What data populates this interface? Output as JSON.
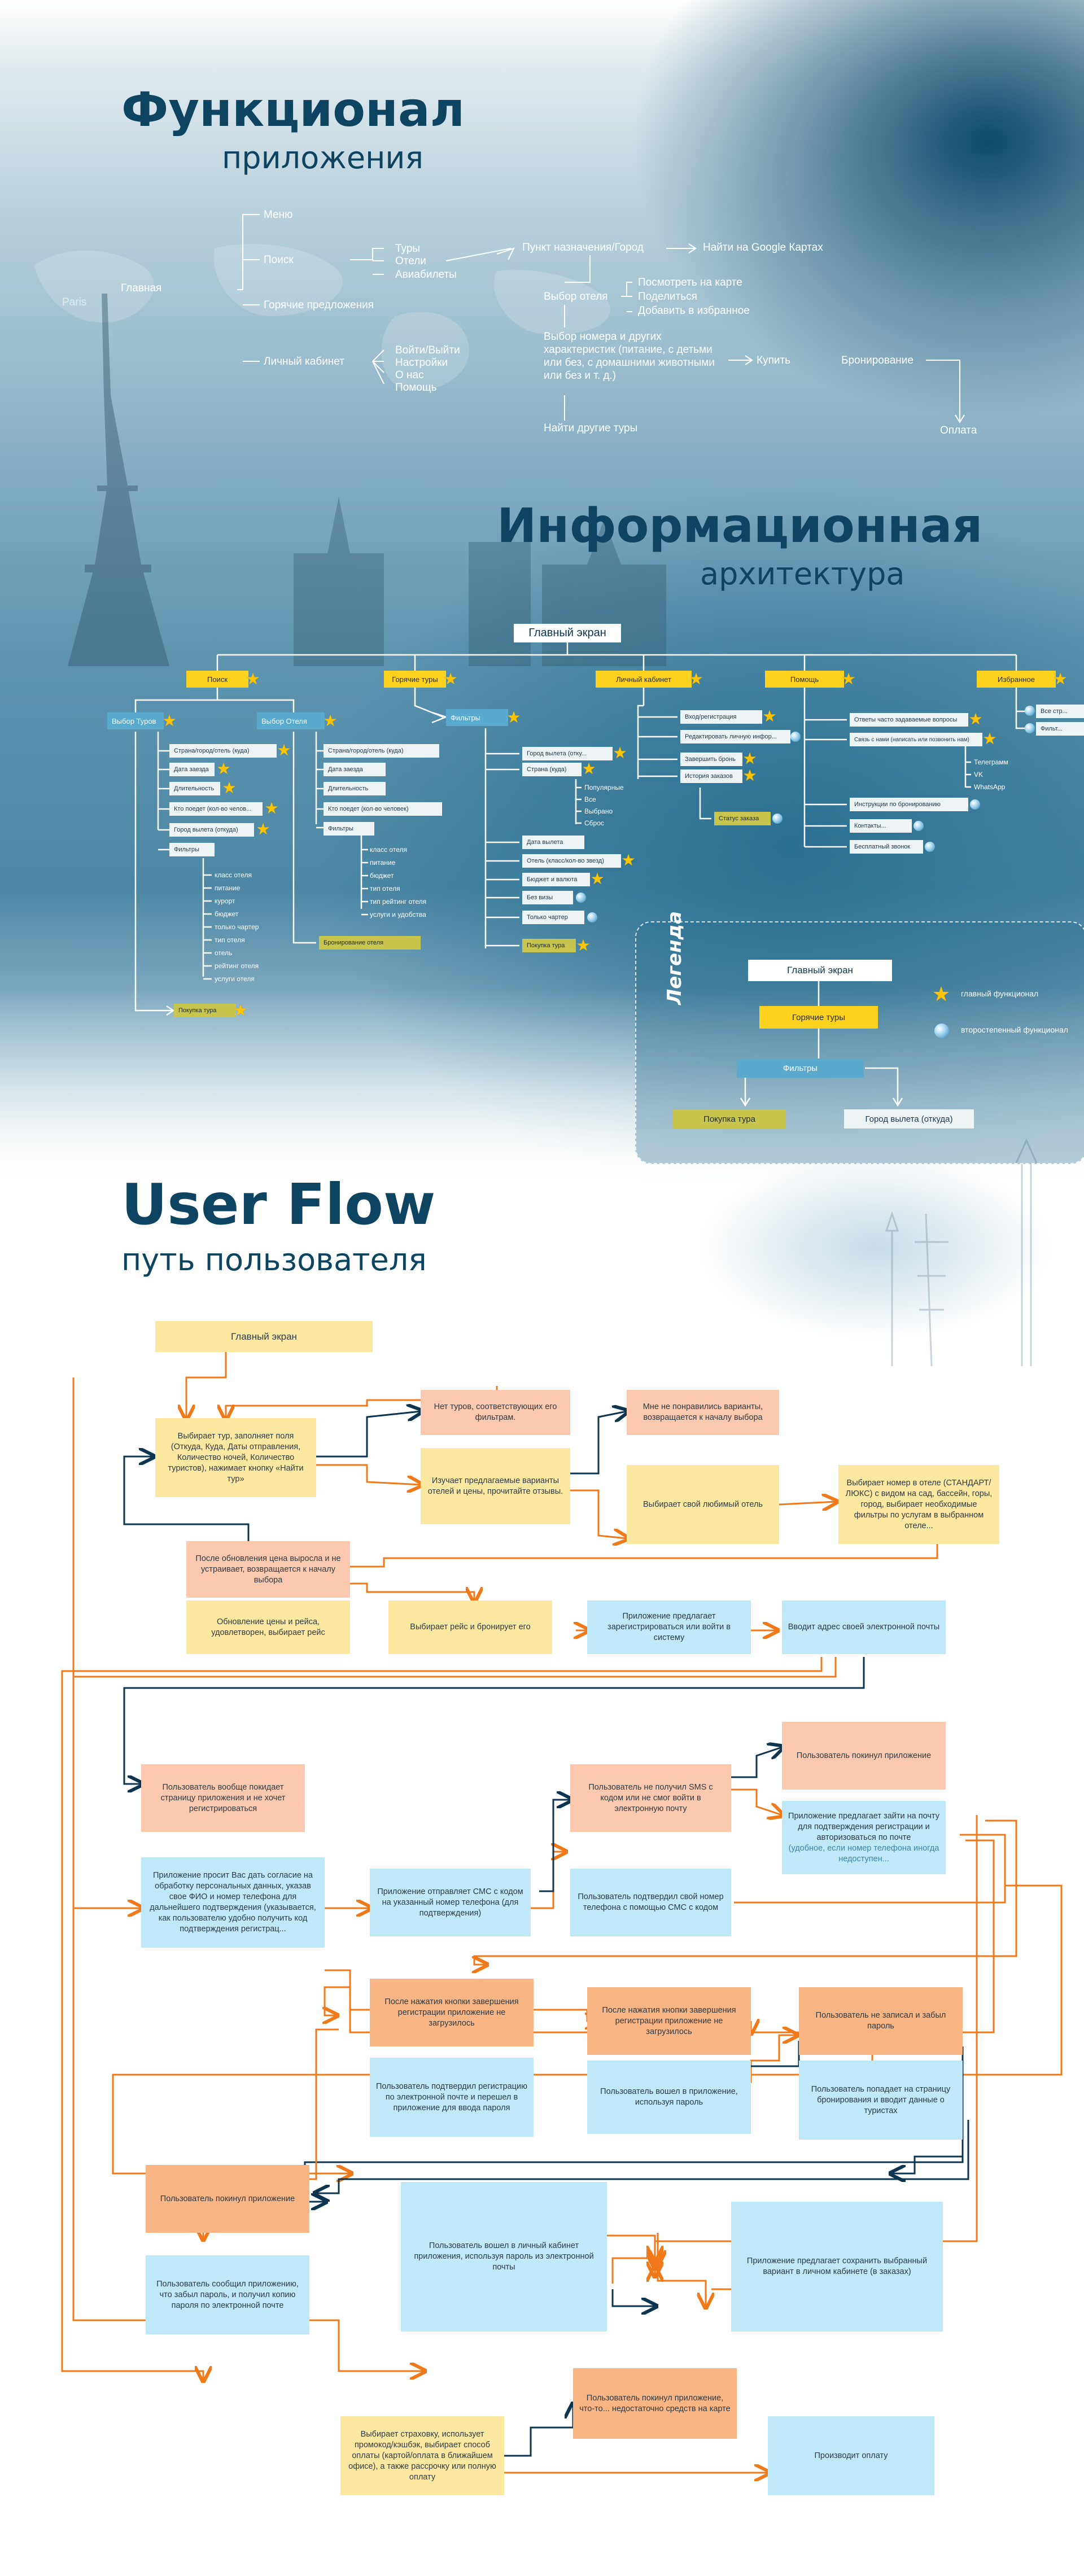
{
  "sections": {
    "functional": {
      "title": "Функционал",
      "subtitle": "приложения"
    },
    "ia": {
      "title": "Информационная",
      "subtitle": "архитектура"
    },
    "userflow": {
      "title": "User Flow",
      "subtitle": "путь пользователя"
    }
  },
  "map_label": "Paris",
  "functional_map": {
    "root": "Главная",
    "branches": [
      "Меню",
      "Поиск",
      "Горячие предложения",
      "Личный кабинет"
    ],
    "search_items": [
      "Туры",
      "Отели",
      "Авиабилеты"
    ],
    "cabinet_items": [
      "Войти/Выйти",
      "Настройки",
      "О нас",
      "Помощь"
    ],
    "destination": "Пункт назначения/Город",
    "google_maps": "Найти на Google Картах",
    "hotel_choice": "Выбор отеля",
    "hotel_actions": [
      "Посмотреть на карте",
      "Поделиться",
      "Добавить в избранное"
    ],
    "room_choice": "Выбор номера и других характеристик (питание, с детьми или без, с домашними животными или без и т. д.)",
    "buy": "Купить",
    "booking": "Бронирование",
    "other_tours": "Найти другие туры",
    "payment": "Оплата"
  },
  "ia_tree": {
    "root": "Главный экран",
    "level1": [
      "Поиск",
      "Горячие туры",
      "Личный кабинет",
      "Помощь",
      "Избранное"
    ],
    "search_children": [
      "Выбор Туров",
      "Выбор Отеля"
    ],
    "tours_items": [
      "Страна/город/отель (куда)",
      "Дата заезда",
      "Длительность",
      "Кто поедет (кол-во челов...",
      "Город вылета (откуда)",
      "Фильтры"
    ],
    "tours_filters": [
      "класс отеля",
      "питание",
      "курорт",
      "бюджет",
      "только чартер",
      "тип отеля",
      "отель",
      "рейтинг отеля",
      "услуги отеля"
    ],
    "tours_buy": "Покупка тура",
    "hotel_items": [
      "Страна/город/отель (куда)",
      "Дата заезда",
      "Длительность",
      "Кто поедет (кол-во человек)",
      "Фильтры"
    ],
    "hotel_filters": [
      "класс отеля",
      "питание",
      "бюджет",
      "тип отеля",
      "тип рейтинг отеля",
      "услуги и удобства"
    ],
    "hotel_booking": "Бронирование отеля",
    "hot_filters_label": "Фильтры",
    "hot_filter_items": [
      "Город вылета (отку...",
      "Страна (куда)"
    ],
    "hot_country_items": [
      "Популярные",
      "Все",
      "Выбрано",
      "Сброс"
    ],
    "hot_more_items": [
      "Дата вылета",
      "Отель (класс/кол-во звезд)",
      "Бюджет и валюта",
      "Без визы",
      "Только чартер"
    ],
    "hot_buy": "Покупка тура",
    "cabinet_items": [
      "Вход/регистрация",
      "Редактировать личную инфор...",
      "Завершить бронь",
      "История заказов"
    ],
    "order_status": "Статус заказа",
    "help_items": [
      "Ответы часто задаваемые вопросы",
      "Связь с нами (написать или позвонить нам)",
      "Инструкции по бронированию",
      "Контакты...",
      "Бесплатный звонок"
    ],
    "contact_items": [
      "Телеграмм",
      "VK",
      "WhatsApp"
    ],
    "fav_items": [
      "Все стр...",
      "Фильт..."
    ]
  },
  "legend": {
    "title": "Легенда",
    "main": "Главный экран",
    "hot": "Горячие туры",
    "filters": "Фильтры",
    "buy": "Покупка тура",
    "city": "Город вылета (откуда)",
    "primary": "главный функционал",
    "secondary": "второстепенный функционал"
  },
  "userflow_boxes": {
    "main": "Главный экран",
    "fill_fields": "Выбирает тур, заполняет поля (Откуда, Куда, Даты отправления, Количество ночей, Количество туристов), нажимает кнопку «Найти тур»",
    "no_tours": "Нет туров, соответствующих его фильтрам.",
    "study_variants": "Изучает предлагаемые варианты отелей и цены, прочитайте отзывы.",
    "not_liked": "Мне не понравились варианты, возвращается к началу выбора",
    "pick_hotel": "Выбирает свой любимый отель",
    "pick_room": "Выбирает номер в отеле (СТАНДАРТ/ЛЮКС) с видом на сад, бассейн, горы, город, выбирает необходимые фильтры по услугам в выбранном отеле...",
    "price_up": "После обновления цена выросла и не устраивает, возвращается к началу выбора",
    "price_ok": "Обновление цены и рейса, удовлетворен, выбирает рейс",
    "pick_flight": "Выбирает рейс и бронирует его",
    "offer_register": "Приложение предлагает зарегистрироваться или войти в систему",
    "enter_email": "Вводит адрес своей электронной почты",
    "left_app_1": "Пользователь покинул приложение",
    "no_sms": "Пользователь не получил SMS с кодом или не смог войти в электронную почту",
    "email_confirm": "Приложение предлагает зайти на почту для подтверждения регистрации и авторизоваться по почте",
    "email_confirm_note": "(удобное, если номер телефона иногда недоступен...",
    "leave_no_register": "Пользователь вообще покидает страницу приложения и не хочет регистрироваться",
    "ask_consent": "Приложение просит Вас дать согласие на обработку персональных данных, указав свое ФИО и номер телефона для дальнейшего подтверждения (указывается, как пользователю удобно получить код подтверждения регистрац...",
    "send_sms": "Приложение отправляет СМС с кодом на указанный номер телефона (для подтверждения)",
    "confirm_phone": "Пользователь подтвердил свой номер телефона с помощью СМС с кодом",
    "not_loaded_1": "После нажатия кнопки завершения регистрации приложение не загрузилось",
    "not_loaded_2": "После нажатия кнопки завершения регистрации приложение не загрузилось",
    "forgot_pass": "Пользователь не записал и забыл пароль",
    "confirm_email_reg": "Пользователь подтвердил регистрацию по электронной почте и перешел в приложение для ввода пароля",
    "login_pass": "Пользователь вошел в приложение, используя пароль",
    "booking_page": "Пользователь попадает на страницу бронирования и вводит данные о туристах",
    "left_app_2": "Пользователь покинул приложение",
    "reported_forgot": "Пользователь сообщил приложению, что забыл пароль, и получил копию пароля по электронной почте",
    "cabinet_login": "Пользователь вошел в личный кабинет приложения, используя пароль из электронной почты",
    "save_variant": "Приложение предлагает сохранить выбранный вариант в личном кабинете (в заказах)",
    "no_funds": "Пользователь покинул приложение, что-то... недостаточно средств на карте",
    "insurance": "Выбирает страховку, использует промокод/кэшбэк, выбирает способ оплаты (картой/оплата в ближайшем офисе), а также рассрочку или полную оплату",
    "pay": "Производит оплату"
  },
  "colors": {
    "title": "#0d4461",
    "yellow": "#ffd21f",
    "blue_box": "#5aa9cf",
    "uf_yellow": "#fde8a1",
    "uf_orange": "#f9b583",
    "uf_blue": "#bfe9f8",
    "arrow_orange": "#f07a1a",
    "arrow_navy": "#0d3550"
  },
  "icons": [
    "star-icon",
    "bubble-icon",
    "eiffel-tower-icon",
    "world-map-icon"
  ]
}
